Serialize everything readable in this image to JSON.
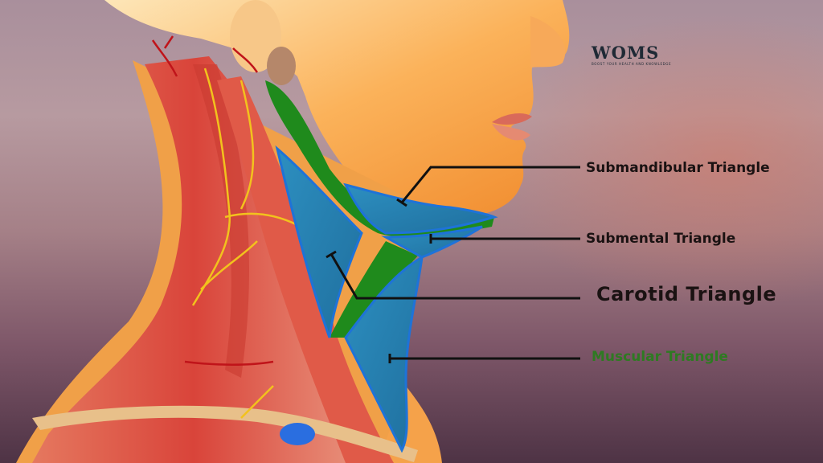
{
  "logo": {
    "text": "WOMS",
    "tagline": "BOOST YOUR HEALTH AND KNOWLEDGE"
  },
  "labels": [
    {
      "id": "submandibular",
      "text": "Submandibular Triangle",
      "color": "#1a1212"
    },
    {
      "id": "submental",
      "text": "Submental Triangle",
      "color": "#1a1212"
    },
    {
      "id": "carotid",
      "text": "Carotid Triangle",
      "color": "#0d0d0d"
    },
    {
      "id": "muscular",
      "text": "Muscular Triangle",
      "color": "#2e7a22"
    }
  ],
  "colors": {
    "skin": "#f5a24a",
    "muscle": "#d9493a",
    "green_muscle": "#1f8a1c",
    "blue_triangle": "#2a86c9",
    "nerve": "#f2c21d",
    "leader_line": "#111111"
  }
}
